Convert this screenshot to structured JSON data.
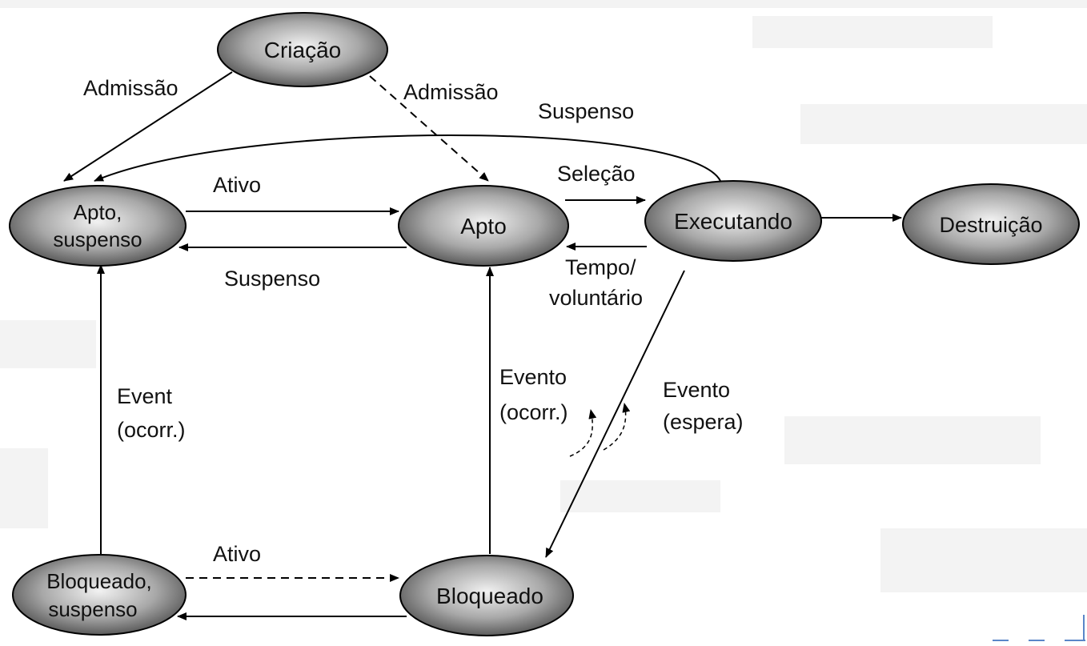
{
  "diagram": {
    "states": {
      "criacao": "Criação",
      "apto_suspenso": [
        "Apto,",
        "suspenso"
      ],
      "apto": "Apto",
      "executando": "Executando",
      "destruicao": "Destruição",
      "bloqueado_suspenso": [
        "Bloqueado,",
        "suspenso"
      ],
      "bloqueado": "Bloqueado"
    },
    "transitions": {
      "admissao_left": "Admissão",
      "admissao_right": "Admissão",
      "suspenso_top": "Suspenso",
      "ativo_top": "Ativo",
      "selecao": "Seleção",
      "suspenso_mid": "Suspenso",
      "tempo_voluntario": [
        "Tempo/",
        "voluntário"
      ],
      "event_ocorr_left": [
        "Event",
        "(ocorr.)"
      ],
      "evento_ocorr": [
        "Evento",
        "(ocorr.)"
      ],
      "evento_espera": [
        "Evento",
        "(espera)"
      ],
      "ativo_bottom": "Ativo"
    }
  }
}
